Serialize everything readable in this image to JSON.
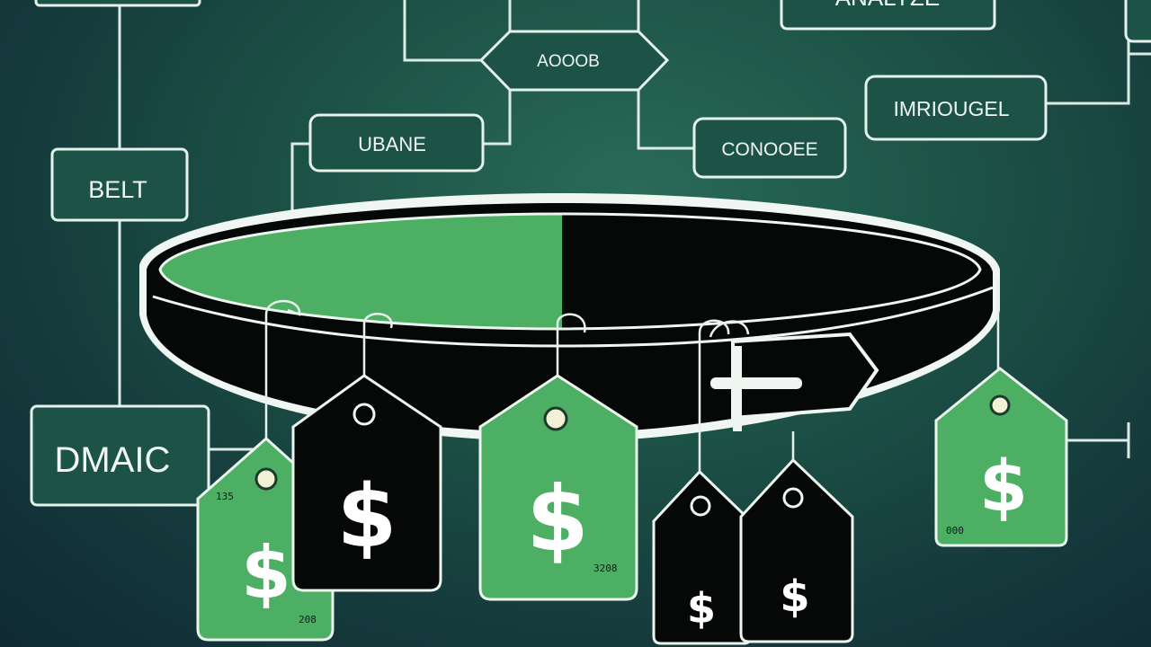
{
  "diagram": {
    "nodes": {
      "anaylze": "ANALYZE",
      "aooob": "AOOOB",
      "improve": "IMRIOUGEL",
      "ubane": "UBANE",
      "conooee": "CONOOEE",
      "belt": "BELT",
      "dmaic": "DMAIC"
    },
    "belt": {
      "colors": {
        "left": "#4caf63",
        "right": "#050807"
      }
    },
    "tags": [
      {
        "symbol": "$",
        "color": "green",
        "label_top": "135",
        "label_bottom": "208"
      },
      {
        "symbol": "$",
        "color": "black"
      },
      {
        "symbol": "$",
        "color": "green",
        "label_bottom": "3208"
      },
      {
        "symbol": "$",
        "color": "black"
      },
      {
        "symbol": "$",
        "color": "black"
      },
      {
        "symbol": "$",
        "color": "green",
        "label_bottom": "000"
      }
    ]
  },
  "colors": {
    "background": "#1d5447",
    "box_stroke": "#e6f2ec",
    "tag_green": "#4caf63",
    "tag_black": "#050807"
  }
}
